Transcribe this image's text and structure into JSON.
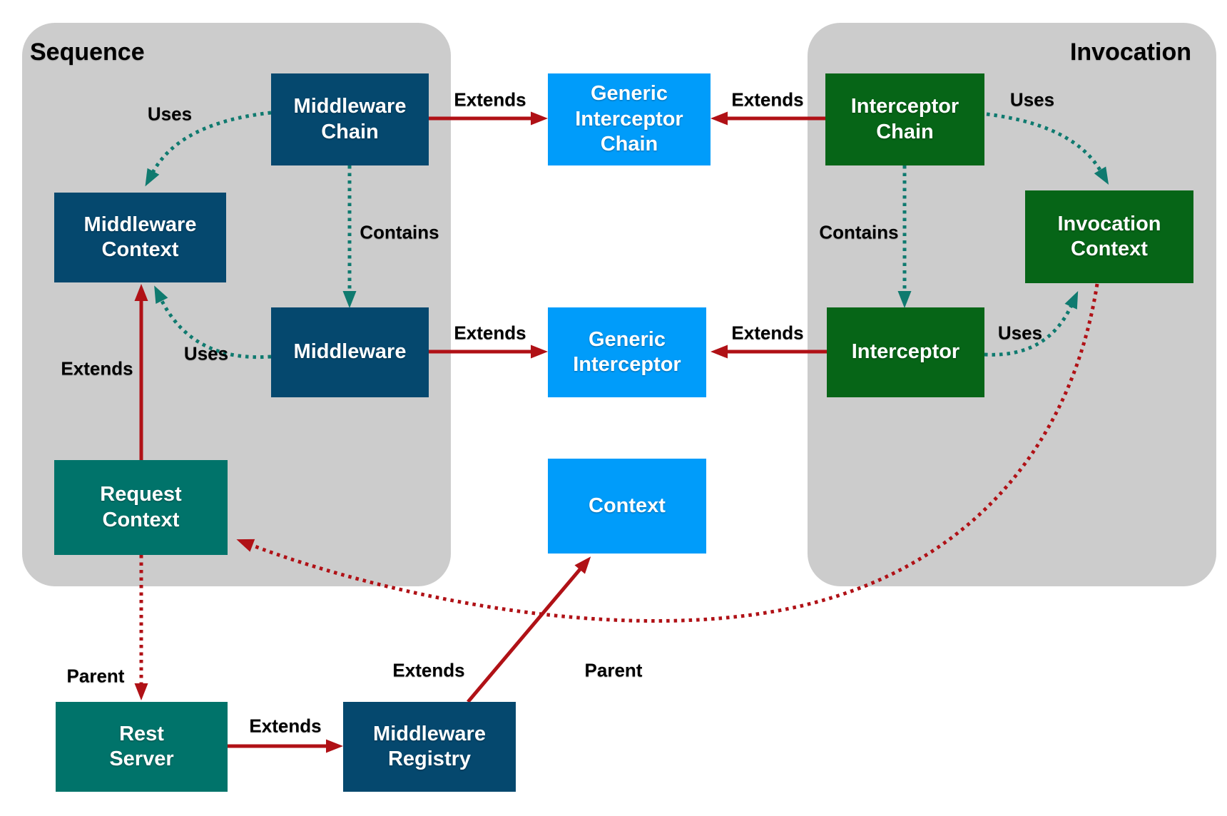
{
  "panels": {
    "sequence": {
      "label": "Sequence"
    },
    "invocation": {
      "label": "Invocation"
    }
  },
  "nodes": {
    "middleware_chain": {
      "label": "Middleware\nChain"
    },
    "middleware_context": {
      "label": "Middleware\nContext"
    },
    "middleware": {
      "label": "Middleware"
    },
    "request_context": {
      "label": "Request\nContext"
    },
    "rest_server": {
      "label": "Rest\nServer"
    },
    "middleware_registry": {
      "label": "Middleware\nRegistry"
    },
    "generic_interceptor_chain": {
      "label": "Generic\nInterceptor\nChain"
    },
    "generic_interceptor": {
      "label": "Generic\nInterceptor"
    },
    "context": {
      "label": "Context"
    },
    "interceptor_chain": {
      "label": "Interceptor\nChain"
    },
    "interceptor": {
      "label": "Interceptor"
    },
    "invocation_context": {
      "label": "Invocation\nContext"
    }
  },
  "edges": {
    "uses_top_left": {
      "label": "Uses"
    },
    "extends_row1_left": {
      "label": "Extends"
    },
    "extends_row1_right": {
      "label": "Extends"
    },
    "uses_top_right": {
      "label": "Uses"
    },
    "contains_left": {
      "label": "Contains"
    },
    "contains_right": {
      "label": "Contains"
    },
    "extends_row2_left": {
      "label": "Extends"
    },
    "extends_row2_right": {
      "label": "Extends"
    },
    "uses_mid_left": {
      "label": "Uses"
    },
    "uses_mid_right": {
      "label": "Uses"
    },
    "extends_vertical": {
      "label": "Extends"
    },
    "parent_vertical": {
      "label": "Parent"
    },
    "extends_bottom": {
      "label": "Extends"
    },
    "extends_diagonal": {
      "label": "Extends"
    },
    "parent_curve": {
      "label": "Parent"
    }
  },
  "colors": {
    "navy": "#05486E",
    "azure": "#009CFA",
    "green": "#066517",
    "teal": "#00736A",
    "red": "#B01116",
    "teal_arrow": "#0F7A6F",
    "panel_gray": "#CCCCCC",
    "text_white": "#FFFFFF",
    "text_black": "#000000",
    "canvas_bg": "#FFFFFF"
  }
}
